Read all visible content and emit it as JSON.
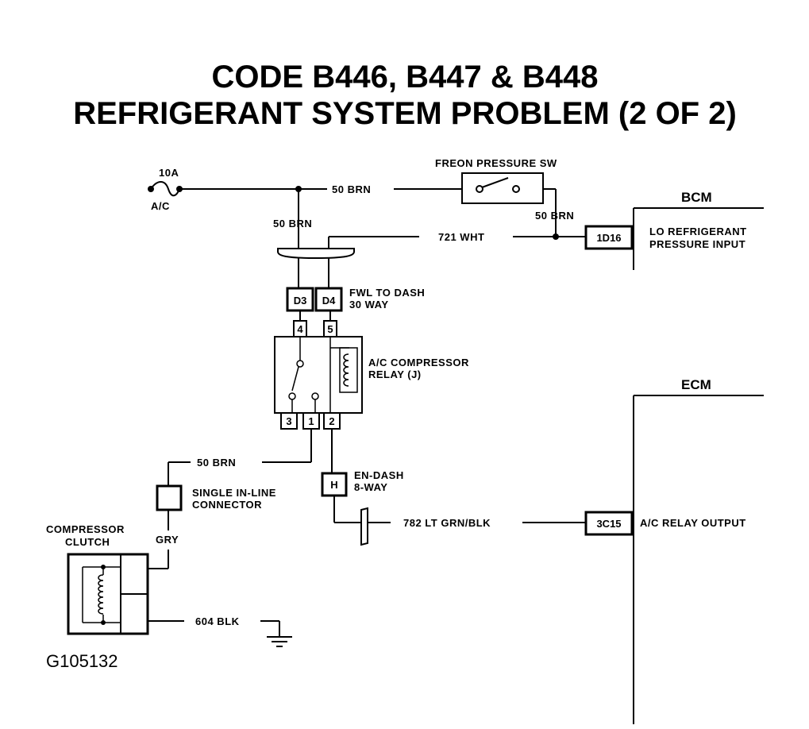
{
  "title": {
    "line1": "CODE B446, B447 & B448",
    "line2": "REFRIGERANT SYSTEM PROBLEM (2 OF 2)"
  },
  "fuse": {
    "rating": "10A",
    "name": "A/C"
  },
  "switch": {
    "label": "FREON  PRESSURE SW"
  },
  "wires": {
    "brn_top": "50 BRN",
    "brn_right": "50 BRN",
    "brn_left": "50 BRN",
    "wht": "721 WHT",
    "brn_lower": "50 BRN",
    "gry": "GRY",
    "grn_blk": "782 LT GRN/BLK",
    "blk": "604 BLK"
  },
  "bcm": {
    "title": "BCM",
    "pin": "1D16",
    "desc_line1": "LO REFRIGERANT",
    "desc_line2": "PRESSURE INPUT"
  },
  "ecm": {
    "title": "ECM",
    "pin": "3C15",
    "desc": "A/C RELAY OUTPUT"
  },
  "fwl_connector": {
    "pin_a": "D3",
    "pin_b": "D4",
    "label_line1": "FWL TO DASH",
    "label_line2": "30 WAY"
  },
  "relay": {
    "pin_top_left": "4",
    "pin_top_right": "5",
    "pin_bottom_1": "3",
    "pin_bottom_2": "1",
    "pin_bottom_3": "2",
    "label_line1": "A/C COMPRESSOR",
    "label_line2": "RELAY (J)"
  },
  "en_dash": {
    "pin": "H",
    "label_line1": "EN-DASH",
    "label_line2": "8-WAY"
  },
  "inline_connector": {
    "label_line1": "SINGLE IN-LINE",
    "label_line2": "CONNECTOR"
  },
  "clutch": {
    "label_line1": "COMPRESSOR",
    "label_line2": "CLUTCH"
  },
  "figure_id": "G105132"
}
